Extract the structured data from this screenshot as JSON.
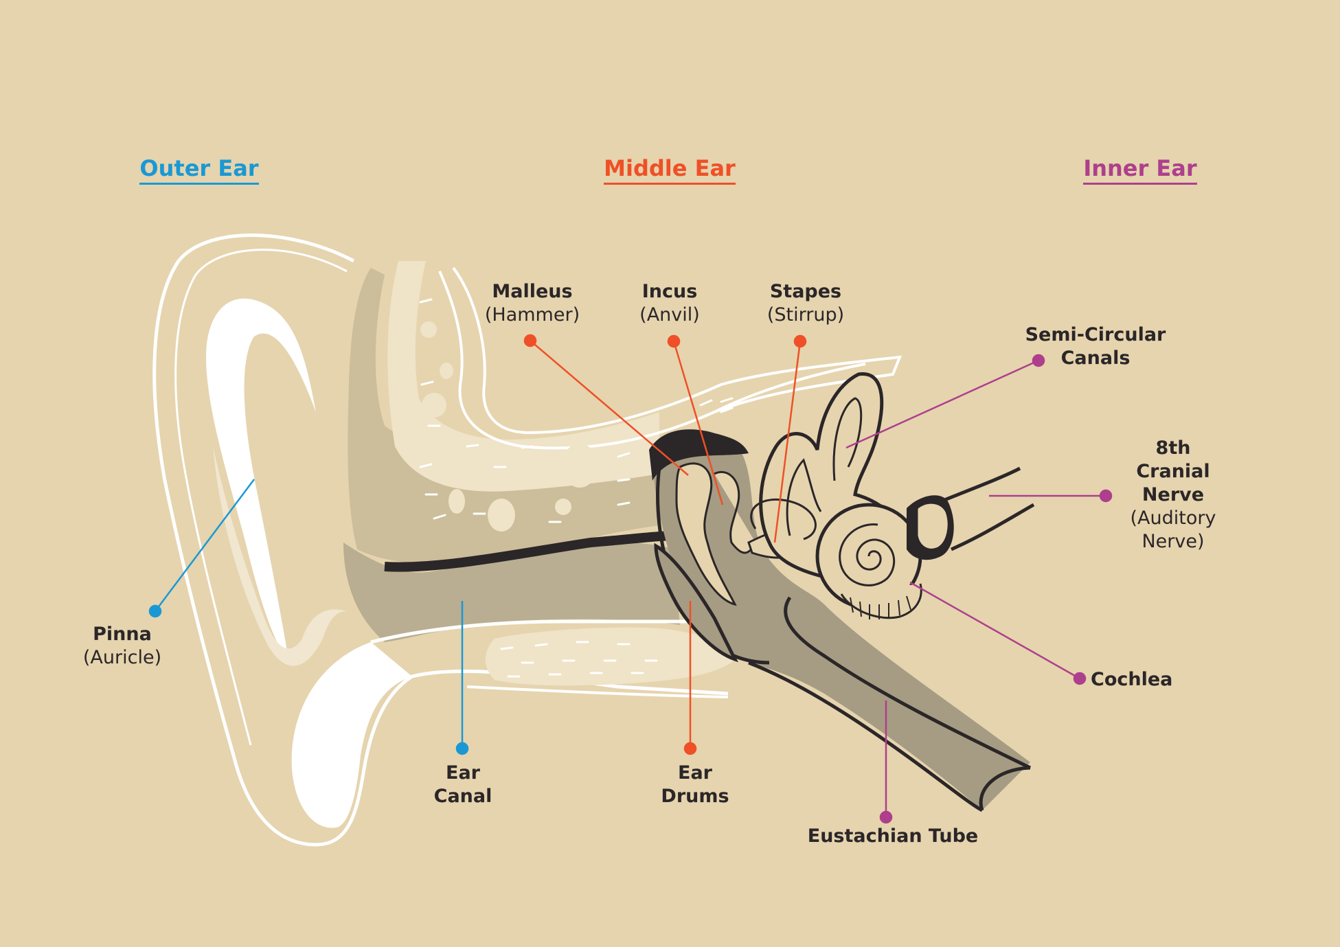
{
  "colors": {
    "background": "#e5d4ae",
    "outer": "#1a98d5",
    "middle": "#ef5027",
    "inner": "#ae3f8c",
    "text": "#2b2628"
  },
  "headers": {
    "outer": "Outer Ear",
    "middle": "Middle Ear",
    "inner": "Inner Ear"
  },
  "labels": {
    "malleus": {
      "name": "Malleus",
      "alt": "(Hammer)"
    },
    "incus": {
      "name": "Incus",
      "alt": "(Anvil)"
    },
    "stapes": {
      "name": "Stapes",
      "alt": "(Stirrup)"
    },
    "semicircular": {
      "line1": "Semi-Circular",
      "line2": "Canals"
    },
    "nerve": {
      "line1": "8th",
      "line2": "Cranial",
      "line3": "Nerve",
      "line4": "(Auditory",
      "line5": "Nerve)"
    },
    "pinna": {
      "name": "Pinna",
      "alt": "(Auricle)"
    },
    "ear_canal": {
      "line1": "Ear",
      "line2": "Canal"
    },
    "ear_drums": {
      "line1": "Ear",
      "line2": "Drums"
    },
    "eustachian": "Eustachian Tube",
    "cochlea": "Cochlea"
  }
}
